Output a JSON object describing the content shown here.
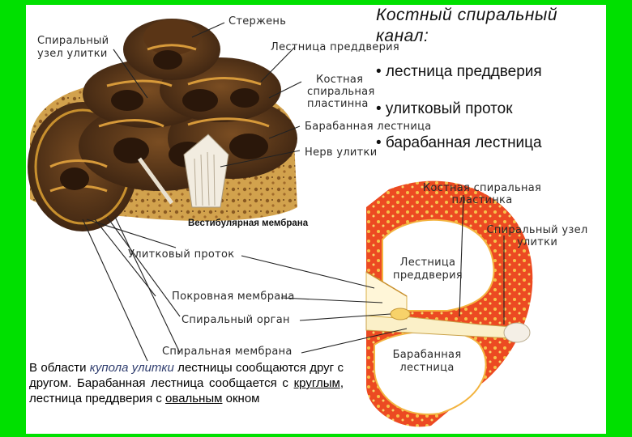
{
  "heading": "Костный спиральный канал:",
  "bullets": [
    "• лестница преддверия",
    "• улитковый проток",
    "• барабанная лестница"
  ],
  "cochlea_labels": {
    "rod": "Стержень",
    "spiral_ganglion_1": "Спиральный",
    "spiral_ganglion_2": "узел улитки",
    "scala_vestibuli": "Лестница преддверия",
    "bony_lamina_1": "Костная",
    "bony_lamina_2": "спиральная",
    "bony_lamina_3": "пластинна",
    "scala_tympani": "Барабанная лестница",
    "cochlear_nerve": "Нерв улитки"
  },
  "left_labels": {
    "vestibular_membrane": "Вестибулярная мембрана",
    "cochlear_duct": "Улитковый проток",
    "tectorial_membrane": "Покровная мембрана",
    "spiral_organ": "Спиральный орган",
    "basilar_membrane": "Спиральная мембрана"
  },
  "section_labels": {
    "bony_lamina_1": "Костная спиральная",
    "bony_lamina_2": "пластинка",
    "spiral_ganglion_1": "Спиральный узел",
    "spiral_ganglion_2": "улитки",
    "scala_vestibuli_1": "Лестница",
    "scala_vestibuli_2": "преддверия",
    "scala_tympani_1": "Барабанная",
    "scala_tympani_2": "лестница"
  },
  "caption": {
    "p1": "В области ",
    "p2": "купола улитки",
    "p3": " лестницы сообщаются друг с другом. Барабанная лестница сообщается с ",
    "p4": "круглым",
    "p5": ", лестница преддверия с ",
    "p6": "овальным",
    "p7": " окном"
  },
  "colors": {
    "background": "#00e000",
    "bone_tan": "#c88a2e",
    "chamber_dark": "#3a2210",
    "section_red": "#e83a1c",
    "section_yellow": "#f2c84a"
  }
}
